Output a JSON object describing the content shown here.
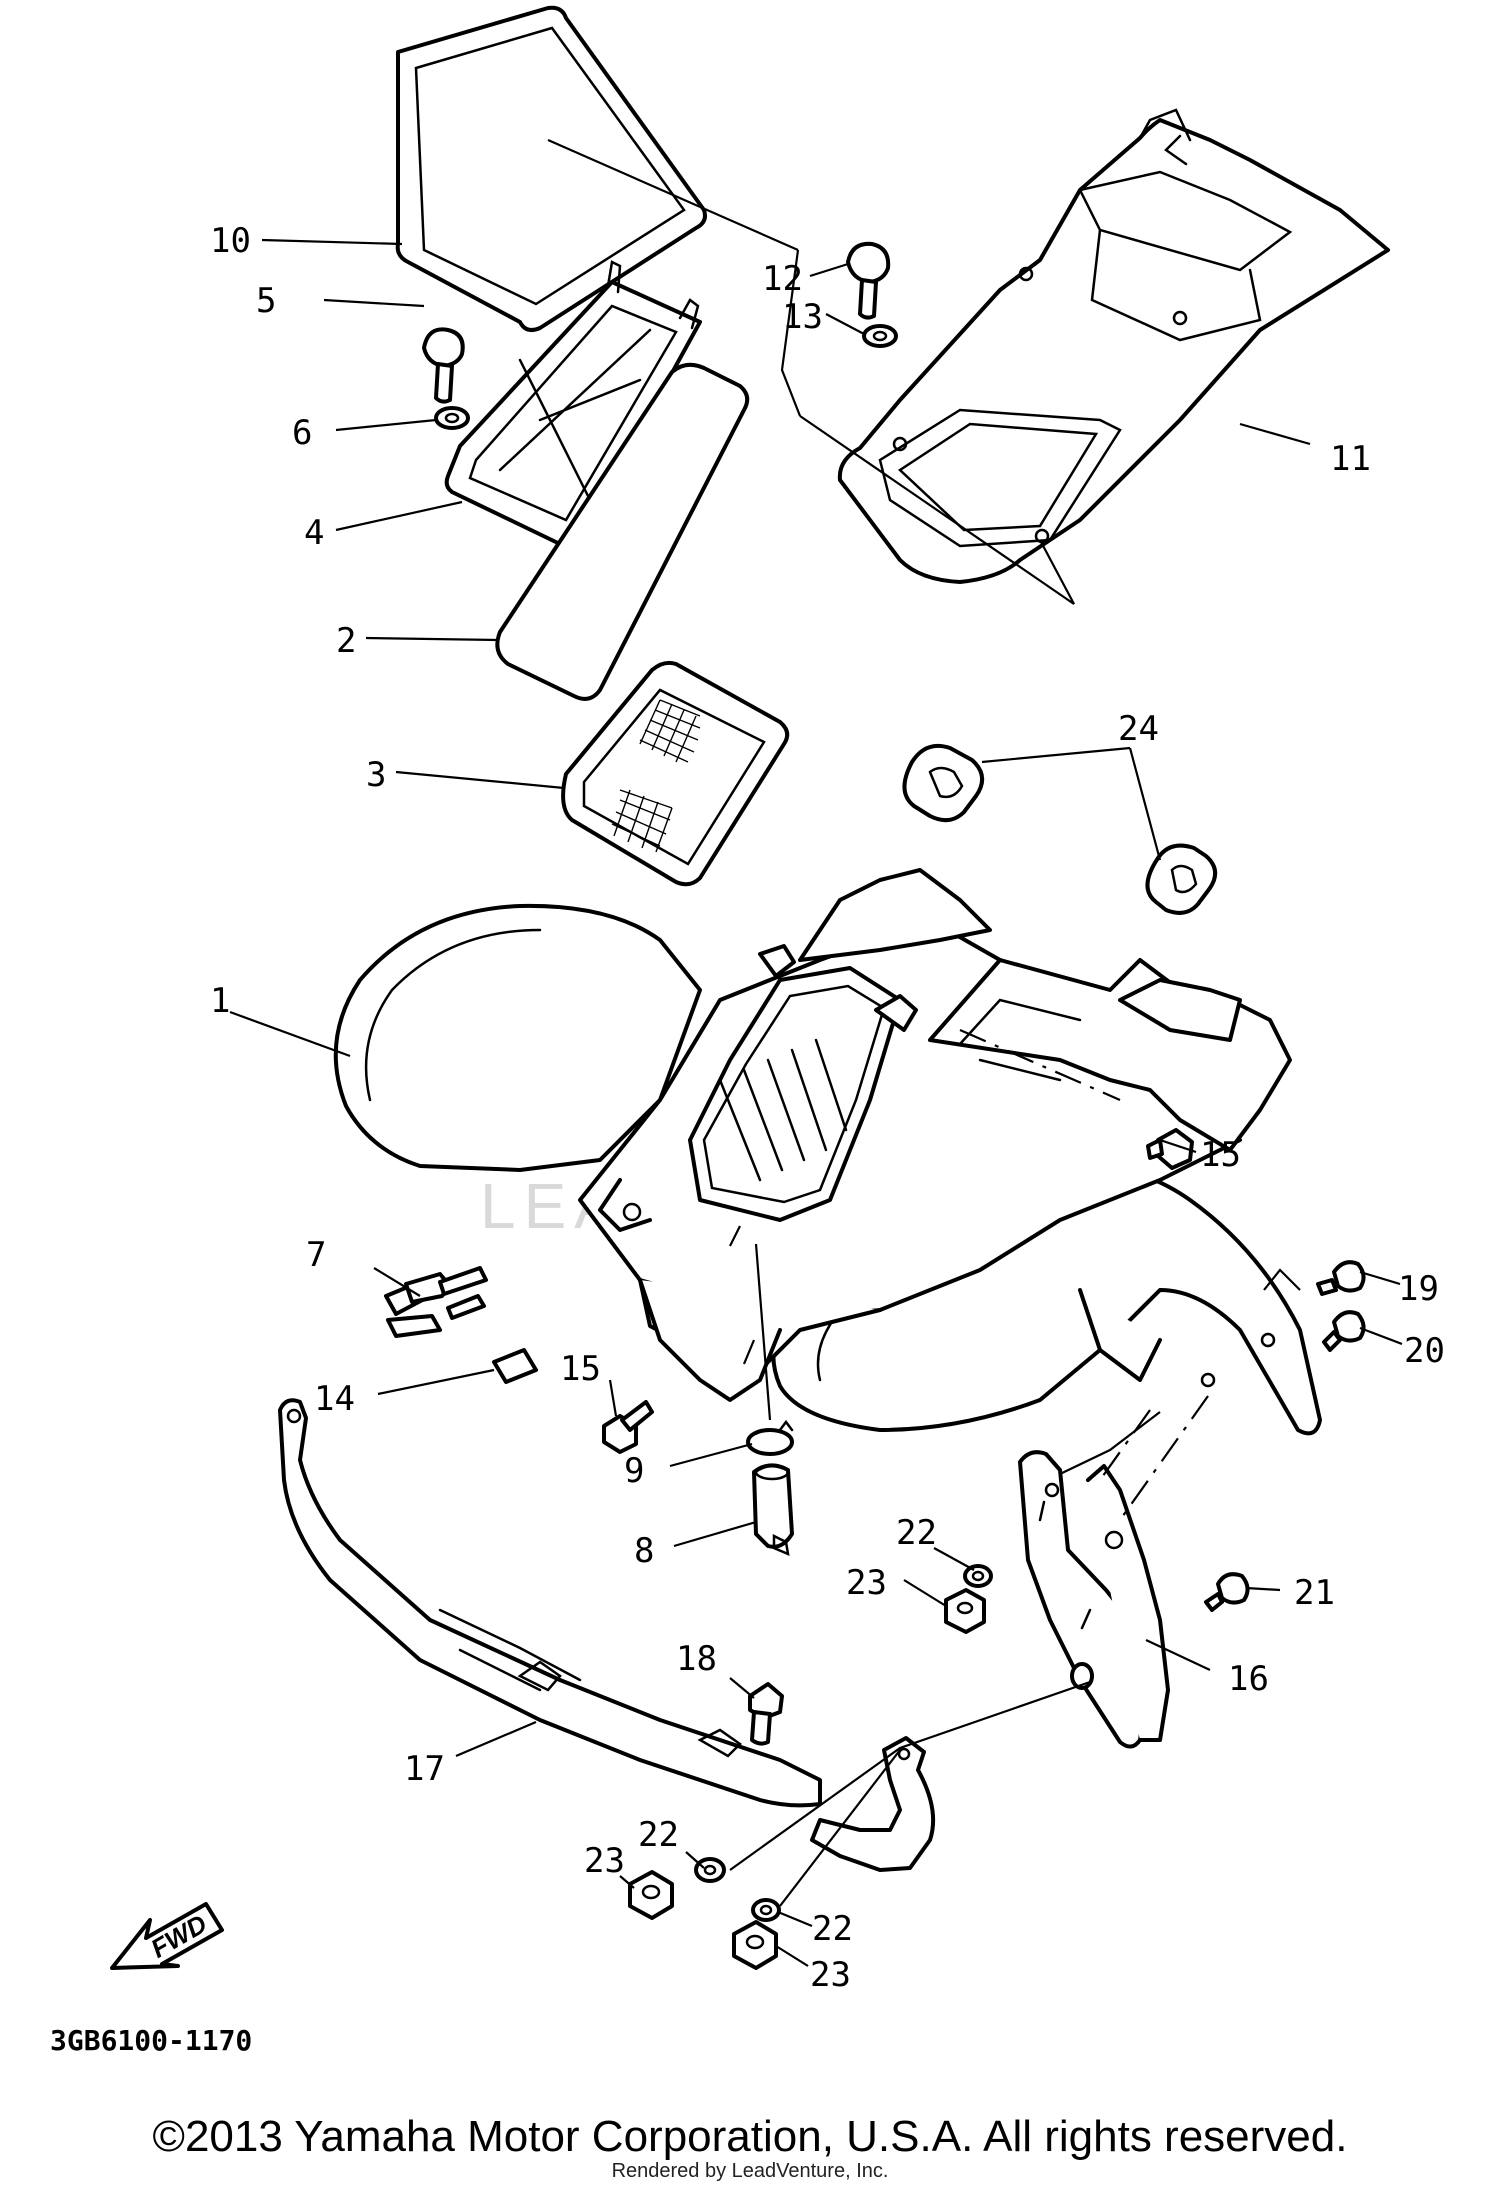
{
  "diagram": {
    "part_code": "3GB6100-1170",
    "fwd_label": "FWD",
    "watermark": "LEADVENTURE",
    "callouts": [
      {
        "id": "10",
        "label": "10"
      },
      {
        "id": "5",
        "label": "5"
      },
      {
        "id": "6",
        "label": "6"
      },
      {
        "id": "4",
        "label": "4"
      },
      {
        "id": "2",
        "label": "2"
      },
      {
        "id": "3",
        "label": "3"
      },
      {
        "id": "12",
        "label": "12"
      },
      {
        "id": "13",
        "label": "13"
      },
      {
        "id": "11",
        "label": "11"
      },
      {
        "id": "24",
        "label": "24"
      },
      {
        "id": "1",
        "label": "1"
      },
      {
        "id": "15a",
        "label": "15"
      },
      {
        "id": "7",
        "label": "7"
      },
      {
        "id": "14",
        "label": "14"
      },
      {
        "id": "15b",
        "label": "15"
      },
      {
        "id": "19",
        "label": "19"
      },
      {
        "id": "20",
        "label": "20"
      },
      {
        "id": "9",
        "label": "9"
      },
      {
        "id": "8",
        "label": "8"
      },
      {
        "id": "22a",
        "label": "22"
      },
      {
        "id": "23a",
        "label": "23"
      },
      {
        "id": "21",
        "label": "21"
      },
      {
        "id": "16",
        "label": "16"
      },
      {
        "id": "18",
        "label": "18"
      },
      {
        "id": "17",
        "label": "17"
      },
      {
        "id": "22b",
        "label": "22"
      },
      {
        "id": "23b",
        "label": "23"
      },
      {
        "id": "22c",
        "label": "22"
      },
      {
        "id": "23c",
        "label": "23"
      }
    ]
  },
  "footer": {
    "copyright": "©2013 Yamaha Motor Corporation, U.S.A. All rights reserved.",
    "rendered_by": "Rendered by LeadVenture, Inc."
  }
}
